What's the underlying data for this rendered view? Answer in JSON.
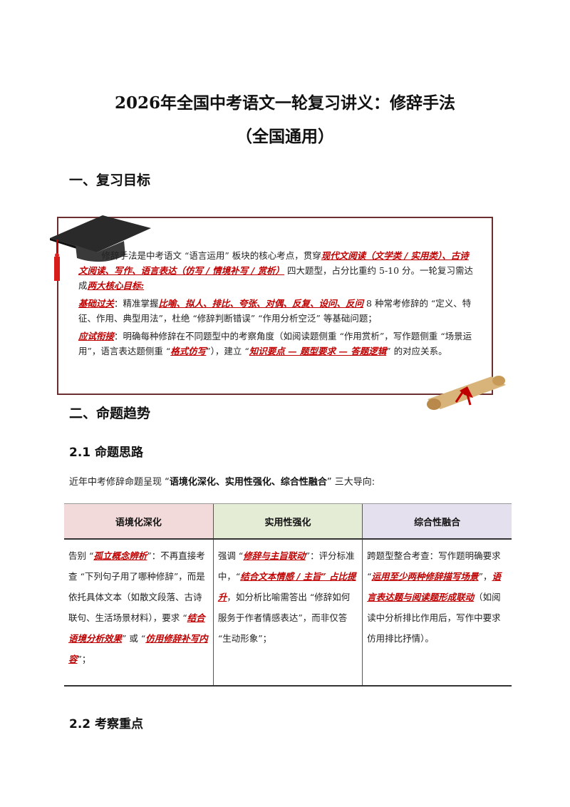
{
  "title": {
    "line1": "2026年全国中考语文一轮复习讲义：修辞手法",
    "line2": "（全国通用）"
  },
  "sections": {
    "goal_heading": "一、复习目标",
    "trend_heading": "二、命题趋势",
    "sub21": "2.1  命题思路",
    "sub22": "2.2  考察重点"
  },
  "goal": {
    "p1_a": "修辞手法是中考语文 “语言运用” 板块的核心考点，贯穿",
    "p1_red": "现代文阅读（文学类 / 实用类）、古诗文阅读、写作、语言表达（仿写 / 情境补写 / 赏析）",
    "p1_b": " 四大题型，占分比重约 5-10 分。一轮复习需达成",
    "p1_red2": "两大核心目标:",
    "p2_label": "基础过关",
    "p2_a": "：精准掌握",
    "p2_red": "比喻、拟人、排比、夸张、对偶、反复、设问、反问",
    "p2_b": " 8 种常考修辞的 “定义、特征、作用、典型用法”，杜绝 “修辞判断错误” “作用分析空泛” 等基础问题；",
    "p3_label": "应试衔接",
    "p3_a": "：明确每种修辞在不同题型中的考察角度（如阅读题侧重 “作用赏析”，写作题侧重 “场景运用”，语言表达题侧重 “",
    "p3_red": "格式仿写",
    "p3_b": "”），建立 “",
    "p3_red2": "知识要点 — 题型要求 — 答题逻辑",
    "p3_c": "” 的对应关系。"
  },
  "intro": {
    "a": "近年中考修辞命题呈现 “",
    "bold": "语境化深化、实用性强化、综合性融合",
    "b": "” 三大导向:"
  },
  "table": {
    "headers": [
      "语境化深化",
      "实用性强化",
      "综合性融合"
    ],
    "col1": {
      "a": "告别 “",
      "red": "孤立概念辨析",
      "b": "”：不再直接考查 “下列句子用了哪种修辞”，而是依托具体文本（如散文段落、古诗联句、生活场景材料），要求 “",
      "red2": "结合语境分析效果",
      "c": "” 或 “",
      "red3": "仿用修辞补写内容",
      "d": "”；"
    },
    "col2": {
      "a": "强调 “",
      "red": "修辞与主旨联动",
      "b": "”：评分标准中，“",
      "red2": "结合文本情感 / 主旨” 占比提升",
      "c": "，如分析比喻需答出 “修辞如何服务于作者情感表达”，而非仅答 “生动形象”；"
    },
    "col3": {
      "a": "跨题型整合考查：写作题明确要求 “",
      "red": "运用至少两种修辞描写场景",
      "b": "”，",
      "red2": "语言表达题与阅读题形成联动",
      "c": "（如阅读中分析排比作用后，写作中要求仿用排比抒情）。"
    }
  }
}
